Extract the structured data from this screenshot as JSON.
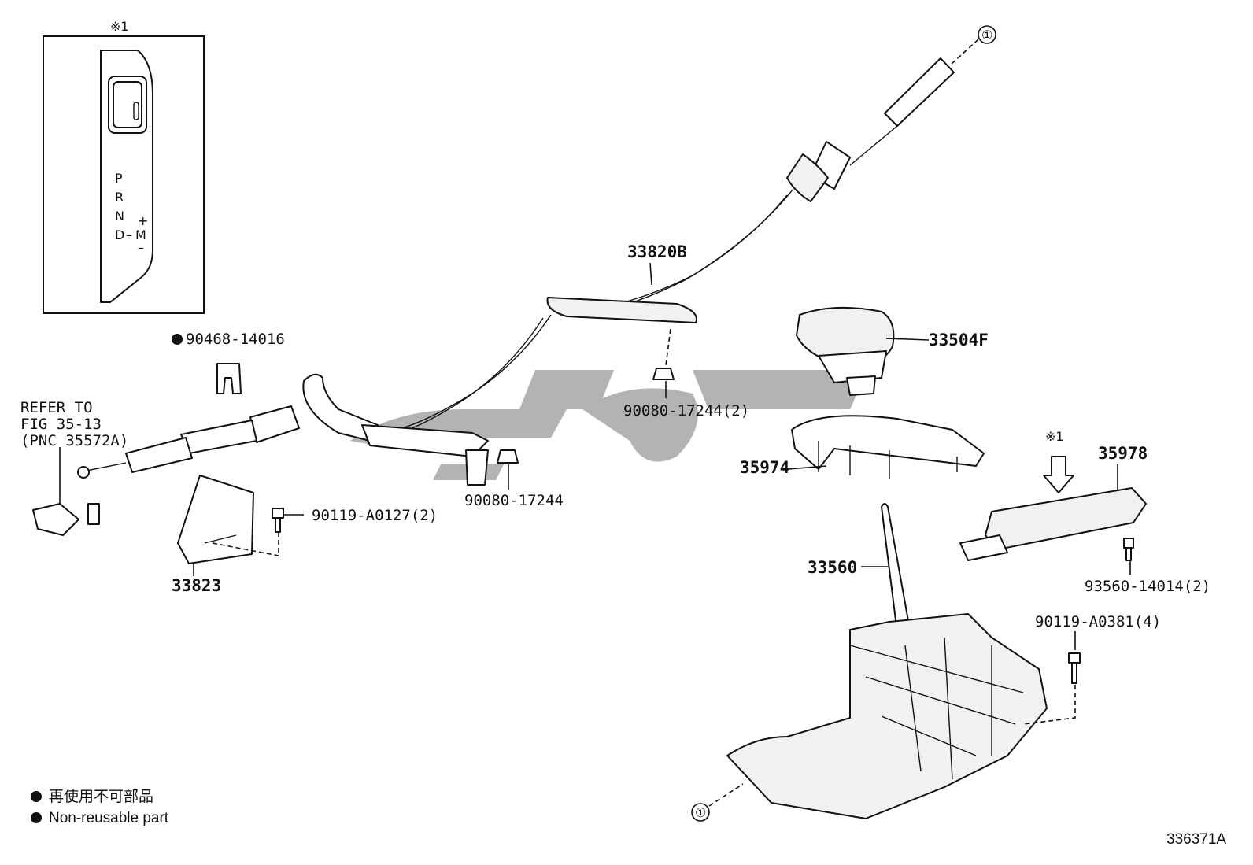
{
  "inset": {
    "note_mark": "※1",
    "gear_letters": [
      "P",
      "R",
      "N",
      "D"
    ],
    "manual_mode": {
      "dash": "–",
      "mark": "M",
      "plus": "+",
      "minus": "–"
    }
  },
  "references": {
    "circle_ref": "①",
    "refer_to_lines": [
      "REFER TO",
      "FIG 35-13",
      "(PNC 35572A)"
    ],
    "note_mark": "※1"
  },
  "callouts": {
    "p33820B": "33820B",
    "p33504F": "33504F",
    "p35974": "35974",
    "p35978": "35978",
    "p33560": "33560",
    "p33823": "33823",
    "p90468_14016": "90468-14016",
    "p90080_17244_2": "90080-17244(2)",
    "p90080_17244": "90080-17244",
    "p90119_A0127_2": "90119-A0127(2)",
    "p93560_14014_2": "93560-14014(2)",
    "p90119_A0381_4": "90119-A0381(4)"
  },
  "legend": {
    "line_jp": "再使用不可部品",
    "line_en": "Non-reusable part"
  },
  "figure_id": "336371A",
  "colors": {
    "ink": "#111111",
    "watermark": "#9a9a9a"
  }
}
